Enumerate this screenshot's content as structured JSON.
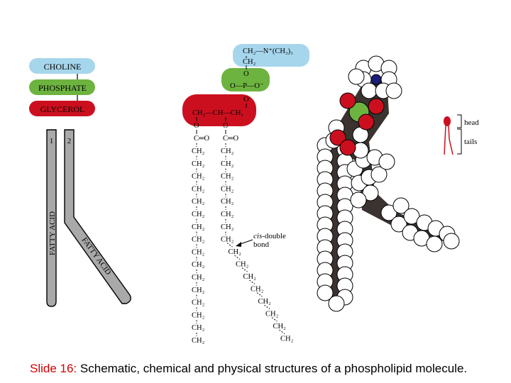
{
  "slide": {
    "caption_prefix": "Slide 16:",
    "caption_text": " Schematic, chemical and physical structures of a phospholipid molecule."
  },
  "schematic": {
    "head_labels": [
      "CHOLINE",
      "PHOSPHATE",
      "GLYCEROL"
    ],
    "tail_numbers": [
      "1",
      "2"
    ],
    "tail_labels": [
      "FATTY ACID",
      "FATTY ACID"
    ]
  },
  "chemical": {
    "choline_line1": "CH₂—N⁺(CH₃)₃",
    "choline_line2": "CH₂",
    "phosphate_o_top": "O",
    "phosphate_line": "O—P—O⁻",
    "phosphate_o_bottom": "O",
    "glycerol_line": "CH₂—CH—CH₂",
    "ester_o": "O",
    "carbonyl": "C═O",
    "chain_unit": "CH₂",
    "chain1_count": 16,
    "chain2_straight_count": 8,
    "chain2_kinked_count": 8,
    "annotation_italic": "cis",
    "annotation_rest": "-double",
    "annotation_line2": "bond"
  },
  "legend": {
    "head_label": "head",
    "tails_label": "tails"
  },
  "colors": {
    "choline": "#a6d6ec",
    "phosphate": "#6db33f",
    "glycerol": "#cc0f1f",
    "fatty_acid": "#a9a9a9",
    "carbon": "#3a3330",
    "hydrogen": "#ffffff",
    "nitrogen": "#1c1c7a",
    "caption_accent": "#d40000"
  }
}
